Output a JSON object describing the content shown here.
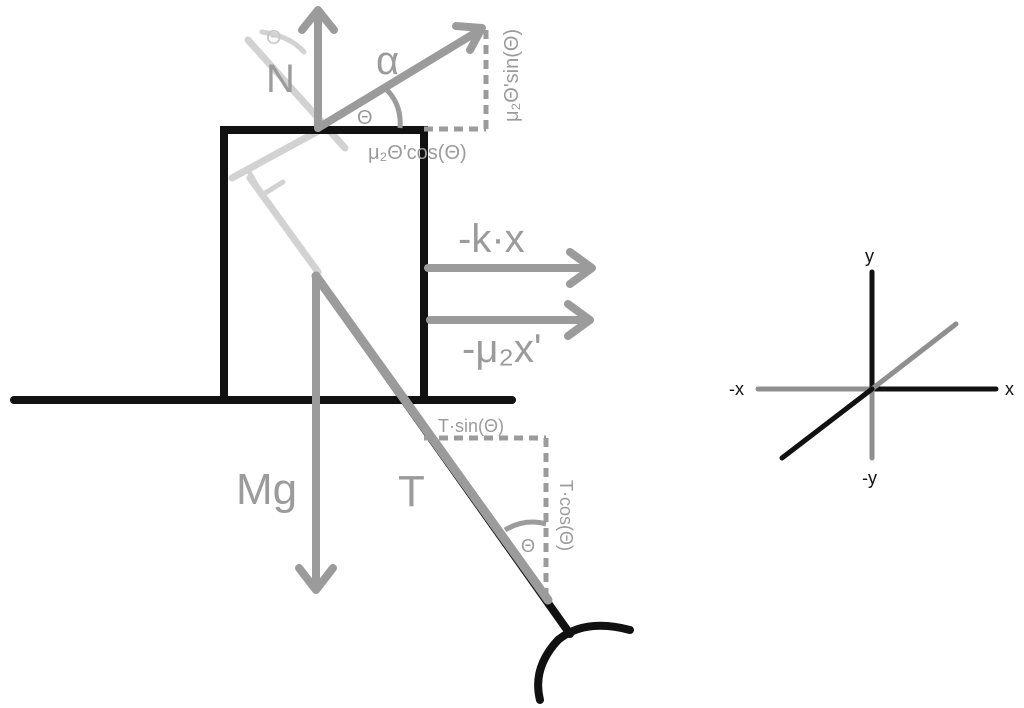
{
  "labels": {
    "normal": "N",
    "normal_angle": "Θ",
    "alpha": "α",
    "angle_at_top": "Θ",
    "mu_sin": "μ₂Θ'sin(Θ)",
    "mu_cos": "μ₂Θ'cos(Θ)",
    "spring_force": "-k·x",
    "damping_force": "-μ₂x'",
    "weight": "Mg",
    "tension": "T",
    "tension_sin": "T·sin(Θ)",
    "tension_cos": "T·cos(Θ)",
    "rope_angle": "Θ"
  },
  "axes": {
    "pos_y": "y",
    "neg_y": "-y",
    "pos_x": "x",
    "neg_x": "-x"
  },
  "colors": {
    "ink": "#111111",
    "force": "#9b9b9b",
    "faint": "#cfcfcf",
    "axis_gray": "#8f8f8f"
  }
}
